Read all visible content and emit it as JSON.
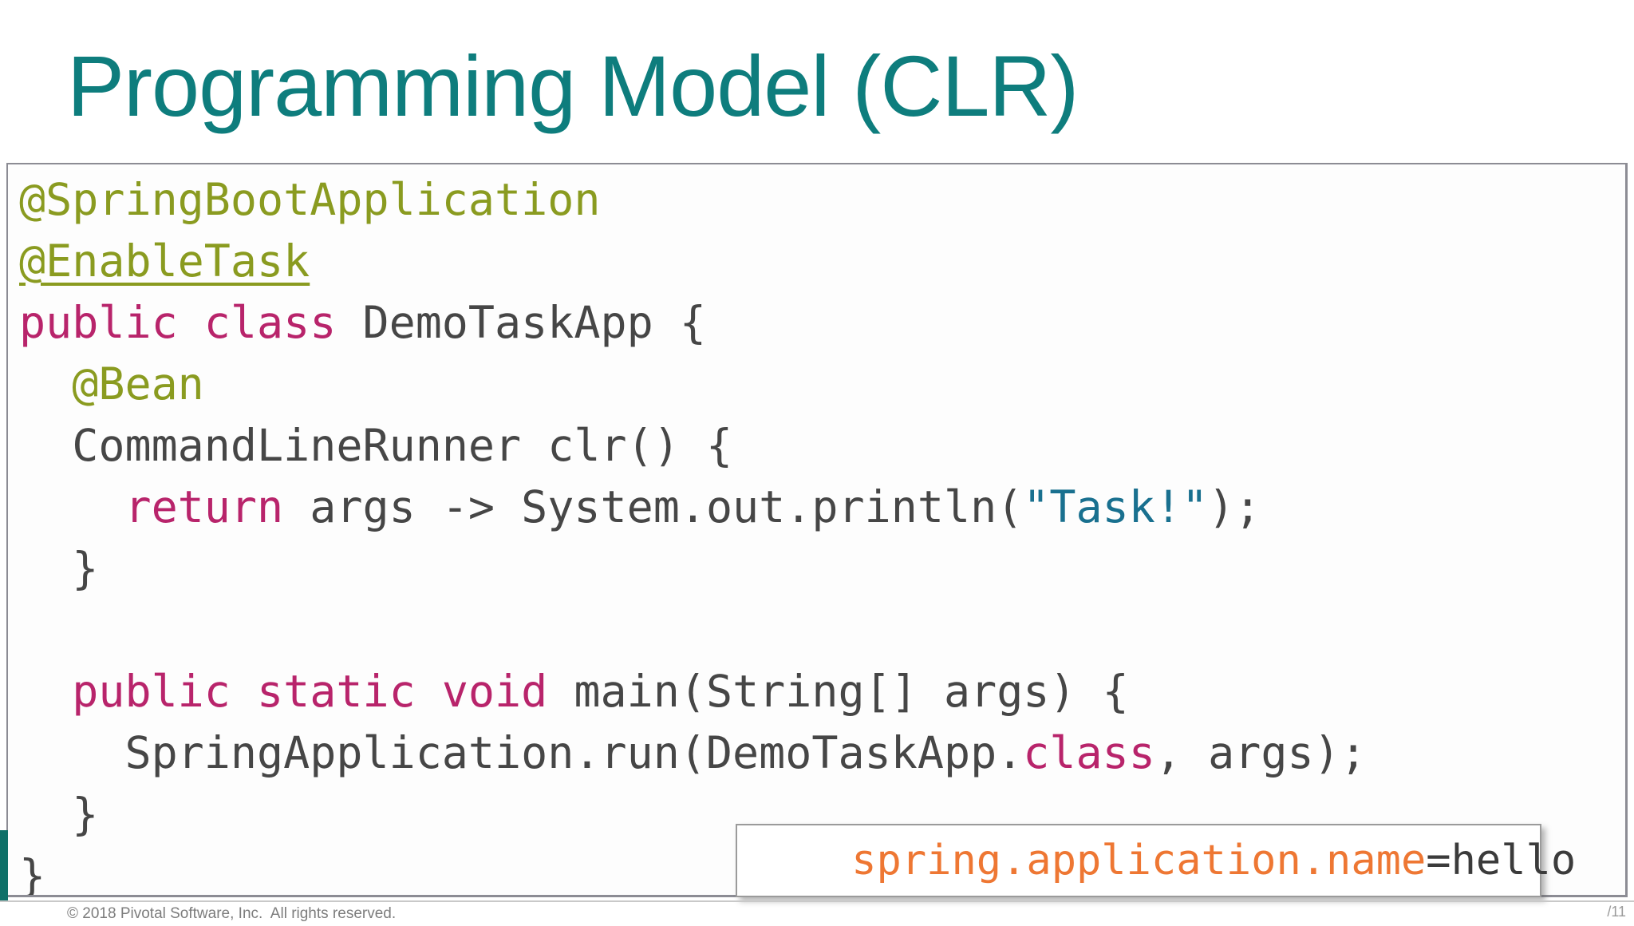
{
  "slide": {
    "title": "Programming Model (CLR)",
    "title_color": "#0e7d7d",
    "background_color": "#ffffff"
  },
  "code_panel": {
    "language": "java",
    "border_color": "#8c8c94",
    "background_color": "#fdfdfd",
    "syntax_colors": {
      "annotation": "#8a9b20",
      "keyword": "#b8246b",
      "identifier": "#464646",
      "string": "#19708f"
    },
    "lines": [
      {
        "indent": 0,
        "tokens": [
          {
            "type": "annotation",
            "text": "@SpringBootApplication"
          }
        ]
      },
      {
        "indent": 0,
        "tokens": [
          {
            "type": "annotation-underlined",
            "text": "@EnableTask"
          }
        ]
      },
      {
        "indent": 0,
        "tokens": [
          {
            "type": "keyword",
            "text": "public class "
          },
          {
            "type": "identifier",
            "text": "DemoTaskApp {"
          }
        ]
      },
      {
        "indent": 1,
        "tokens": [
          {
            "type": "annotation",
            "text": "@Bean"
          }
        ]
      },
      {
        "indent": 1,
        "tokens": [
          {
            "type": "identifier",
            "text": "CommandLineRunner clr() {"
          }
        ]
      },
      {
        "indent": 2,
        "tokens": [
          {
            "type": "keyword",
            "text": "return "
          },
          {
            "type": "identifier",
            "text": "args -> System.out.println("
          },
          {
            "type": "string",
            "text": "\"Task!\""
          },
          {
            "type": "identifier",
            "text": ");"
          }
        ]
      },
      {
        "indent": 1,
        "tokens": [
          {
            "type": "identifier",
            "text": "}"
          }
        ]
      },
      {
        "indent": 0,
        "tokens": []
      },
      {
        "indent": 1,
        "tokens": [
          {
            "type": "keyword",
            "text": "public static void "
          },
          {
            "type": "identifier",
            "text": "main(String[] args) {"
          }
        ]
      },
      {
        "indent": 2,
        "tokens": [
          {
            "type": "identifier",
            "text": "SpringApplication.run(DemoTaskApp."
          },
          {
            "type": "keyword",
            "text": "class"
          },
          {
            "type": "identifier",
            "text": ", args);"
          }
        ]
      },
      {
        "indent": 1,
        "tokens": [
          {
            "type": "identifier",
            "text": "}"
          }
        ]
      },
      {
        "indent": 0,
        "tokens": [
          {
            "type": "identifier",
            "text": "}"
          }
        ]
      }
    ],
    "raw_text": "@SpringBootApplication\n@EnableTask\npublic class DemoTaskApp {\n  @Bean\n  CommandLineRunner clr() {\n    return args -> System.out.println(\"Task!\");\n  }\n\n  public static void main(String[] args) {\n    SpringApplication.run(DemoTaskApp.class, args);\n  }\n}"
  },
  "callout": {
    "property_key": "spring.application.name",
    "property_assignment": "=hello",
    "full_text": "spring.application.name=hello",
    "key_color": "#ee7733",
    "value_color": "#3b3b3b"
  },
  "accent": {
    "left_bar_color": "#0e7068"
  },
  "footer": {
    "copyright": "© 2018 Pivotal Software, Inc.  All rights reserved.",
    "page_mark": "/11"
  }
}
